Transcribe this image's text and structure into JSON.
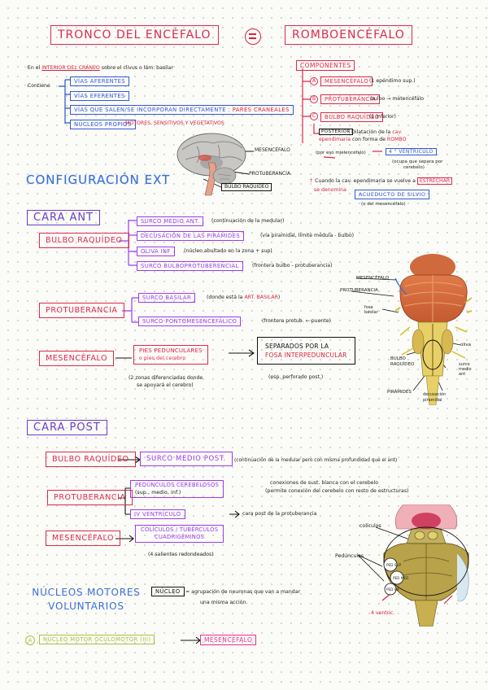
{
  "title": {
    "left": "TRONCO DEL ENCÉFALO",
    "equal_icon": "equals-icon",
    "right": "ROMBOENCÉFALO"
  },
  "intro": {
    "line1_a": "· En el",
    "line1_b": "INTERIOR DEL CRÁNEO",
    "line1_c": "sobre el clivus o lám. basilar",
    "contiene": "· Contiene",
    "items": [
      "VÍAS AFERENTES",
      "VÍAS EFERENTES"
    ],
    "via_text": "VÍAS QUE SALEN/SE INCORPORAN DIRECTAMENTE :",
    "via_red": "PARES CRANEALES",
    "nucleos": "NÚCLEOS PROPIOS",
    "nucleos_text": ": MOTORES, SENSITIVOS Y VEGETATIVOS"
  },
  "componentes": {
    "label": "COMPONENTES",
    "a_letter": "A",
    "a": "MESENCÉFALO",
    "a_note": "(1 epéndimo sup.)",
    "b_letter": "B",
    "b": "PROTUBERANCIA",
    "b_note": "bulbo → metencéfalo",
    "c_letter": "C",
    "c": "BULBO RAQUÍDEO",
    "c_note": "(1 inferior)",
    "post_label": "POSTERIOR",
    "post_text": ": Dilatación de la",
    "post_red": "cav.",
    "post_line2a": "ependimaria",
    "post_line2b": "con forma de",
    "post_red2": "ROMBO",
    "mielencefalo": "(por eso mielencéfalo)",
    "ventriculo": "4 ° VENTRÍCULO",
    "ventr_note1": "(ocupa que separa por",
    "ventr_note2": "cerebelo)",
    "estrechar_a": "Cuando la cav. ependimaria se vuelve a",
    "estrechar_red": "ESTRECHAR",
    "se_denomina": "se denomina",
    "acueducto": "ACUEDUCTO DE SILVIO",
    "acu_note": "(o del mesencéfalo)"
  },
  "brain_labels": {
    "mes": "MESENCÉFALO",
    "prot": "PROTUBERANCIA",
    "bulbo": "BULBO RAQUÍDEO"
  },
  "config": "CONFIGURACIÓN EXT",
  "cara_ant": {
    "header": "CARA ANT",
    "bulbo": "BULBO RAQUÍDEO",
    "bulbo_items": [
      {
        "label": "SURCO MEDIO ANT.",
        "note": "(continuación de la medular)"
      },
      {
        "label": "DECUSACIÓN DE LAS PIRÁMIDES",
        "note": "(vía piramidal, límite médula - bulbo)"
      },
      {
        "label": "OLIVA INF",
        "note": "(núcleo abultado en la zona + sup)"
      },
      {
        "label": "SURCO BULBOPROTUBERENCIAL",
        "note": "(frontera bulbo - protuberancia)"
      }
    ],
    "prot": "PROTUBERANCIA",
    "prot_items": [
      {
        "label": "SURCO BASILAR",
        "note_a": "(donde está la",
        "note_red": "ART. BASILAR",
        "note_b": ")"
      },
      {
        "label": "SURCO PONTOMESENCEFÁLICO",
        "note": "(frontera protub. ← puente)"
      }
    ],
    "mes": "MESENCÉFALO",
    "pies": "PIES PEDUNCULARES",
    "pies_sub": "o pies del cerebro",
    "pies_note1": "(2 zonas diferenciadas donde",
    "pies_note2": "se apoyará el cerebro)",
    "separados1": "SEPARADOS POR LA",
    "separados2": "FOSA INTERPEDUNCULAR",
    "esp_note": "(esp. perforado post.)"
  },
  "ant_fig_labels": {
    "mes": "MESENCÉFALO",
    "prot": "PROTUBERANCIA",
    "fosa": "fosa basilar",
    "bulbo": "BULBO RAQUÍDEO",
    "oliva": "oliva",
    "surco": "surco medio ant",
    "piramides": "PIRÁMIDES",
    "decus": "decusación piramidal"
  },
  "cara_post": {
    "header": "CARA POST",
    "bulbo": "BULBO RAQUÍDEO",
    "surco": "SURCO MEDIO POST.",
    "surco_note": "(continuación de la medular pero con misma profundidad que el ant)",
    "prot": "PROTUBERANCIA",
    "ped": "PEDÚNCULOS CEREBELOSOS",
    "ped_sub": "(sup., medio, inf.)",
    "ped_note1": "conexiones de sust. blanca con el cerebelo",
    "ped_note2": "(permite conexión del cerebelo con resto de estructuras)",
    "ventr": "IV VENTRÍCULO",
    "ventr_note": "cara post de la protuberancia",
    "mes": "MESENCÉFALO",
    "coliculos1": "COLÍCULOS / TUBÉRCULOS",
    "coliculos2": "CUADRIGÉMINOS",
    "col_note": "(4 salientes redondeados)"
  },
  "post_fig_labels": {
    "coliculos": "colículos",
    "pedunculos": "Pedúnculos",
    "ped_sup": "PED SUP",
    "ped_med": "PED MED",
    "ped_inf": "PED INF",
    "ventr": "4 ventric."
  },
  "nucleos": {
    "header1": "NÚCLEOS MOTORES",
    "header2": "VOLUNTARIOS",
    "nucleo": "NÚCLEO",
    "def1": "= agrupación de neuronas que van a mandar",
    "def2": "una misma acción.",
    "a_letter": "A",
    "motor": "NÚCLEO MOTOR OCULOMOTOR (III)",
    "mes": "MESENCÉFALO"
  }
}
